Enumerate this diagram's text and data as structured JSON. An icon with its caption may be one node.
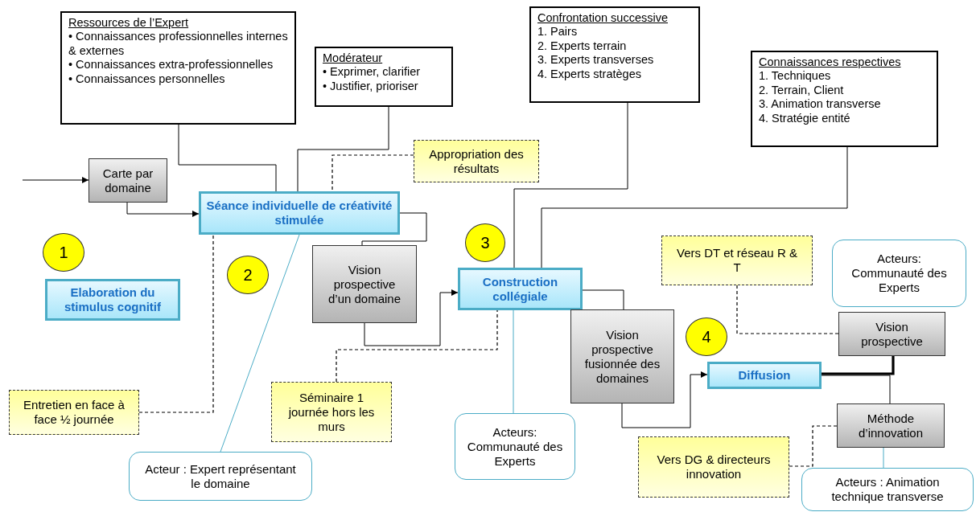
{
  "diagram": {
    "nodes": [
      {
        "text": [
          "Ressources de l’Expert",
          "• Connaissances professionnelles internes & externes",
          "• Connaissances extra-professionnelles",
          "• Connaissances personnelles"
        ]
      },
      {
        "text": [
          "Modérateur",
          "• Exprimer, clarifier",
          "• Justifier, prioriser"
        ]
      },
      {
        "text": [
          "Confrontation successive",
          "1. Pairs",
          "2. Experts terrain",
          "3. Experts transverses",
          "4. Experts stratèges"
        ]
      },
      {
        "text": [
          "Connaissances respectives",
          "1. Techniques",
          "2. Terrain, Client",
          "3. Animation transverse",
          "4. Stratégie entité"
        ]
      },
      {
        "text": [
          "Carte par domaine"
        ]
      },
      {
        "text": [
          "Séance individuelle de créativité stimulée"
        ]
      },
      {
        "text": [
          "Appropriation des résultats"
        ]
      },
      {
        "text": [
          "1"
        ]
      },
      {
        "text": [
          "Elaboration du stimulus cognitif"
        ]
      },
      {
        "text": [
          "2"
        ]
      },
      {
        "text": [
          "Vision prospective d’un domaine"
        ]
      },
      {
        "text": [
          "3"
        ]
      },
      {
        "text": [
          "Construction collégiale"
        ]
      },
      {
        "text": [
          "Vers DT et réseau R & T"
        ]
      },
      {
        "text": [
          "Acteurs: Communauté des Experts"
        ]
      },
      {
        "text": [
          "Vision prospective fusionnée des domaines"
        ]
      },
      {
        "text": [
          "4"
        ]
      },
      {
        "text": [
          "Vision prospective"
        ]
      },
      {
        "text": [
          "Diffusion"
        ]
      },
      {
        "text": [
          "Entretien en face à face ½ journée"
        ]
      },
      {
        "text": [
          "Séminaire 1 journée hors les murs"
        ]
      },
      {
        "text": [
          "Acteurs: Communauté des Experts"
        ]
      },
      {
        "text": [
          "Méthode d’innovation"
        ]
      },
      {
        "text": [
          "Vers DG & directeurs innovation"
        ]
      },
      {
        "text": [
          "Acteur : Expert représentant le domaine"
        ]
      },
      {
        "text": [
          "Acteurs : Animation technique transverse"
        ]
      }
    ],
    "edges": [
      {
        "from": null,
        "to": 4,
        "arrow": "to"
      },
      {
        "from": 4,
        "to": 5,
        "arrow": "to"
      },
      {
        "from": 0,
        "to": 5,
        "arrow": "none"
      },
      {
        "from": 1,
        "to": 5,
        "arrow": "none"
      },
      {
        "from": 6,
        "to": 5,
        "arrow": "none",
        "style": "dashed"
      },
      {
        "from": 5,
        "to": 10,
        "arrow": "none"
      },
      {
        "from": 19,
        "to": 5,
        "arrow": "none",
        "style": "dashed"
      },
      {
        "from": 24,
        "to": 5,
        "arrow": "none",
        "color": "#4bacc6"
      },
      {
        "from": 10,
        "to": 12,
        "arrow": "to"
      },
      {
        "from": 20,
        "to": 12,
        "arrow": "none",
        "style": "dashed"
      },
      {
        "from": 2,
        "to": 12,
        "arrow": "none"
      },
      {
        "from": 3,
        "to": 12,
        "arrow": "none"
      },
      {
        "from": 12,
        "to": 15,
        "arrow": "none"
      },
      {
        "from": 21,
        "to": 12,
        "arrow": "none",
        "color": "#4bacc6"
      },
      {
        "from": 15,
        "to": 18,
        "arrow": "to"
      },
      {
        "from": 18,
        "to": 17,
        "arrow": "none",
        "style": "thick"
      },
      {
        "from": 18,
        "to": 22,
        "arrow": "none"
      },
      {
        "from": 13,
        "to": 17,
        "arrow": "none",
        "style": "dashed"
      },
      {
        "from": 23,
        "to": 22,
        "arrow": "none",
        "style": "dashed"
      },
      {
        "from": 25,
        "to": 22,
        "arrow": "none",
        "color": "#4bacc6"
      }
    ]
  }
}
